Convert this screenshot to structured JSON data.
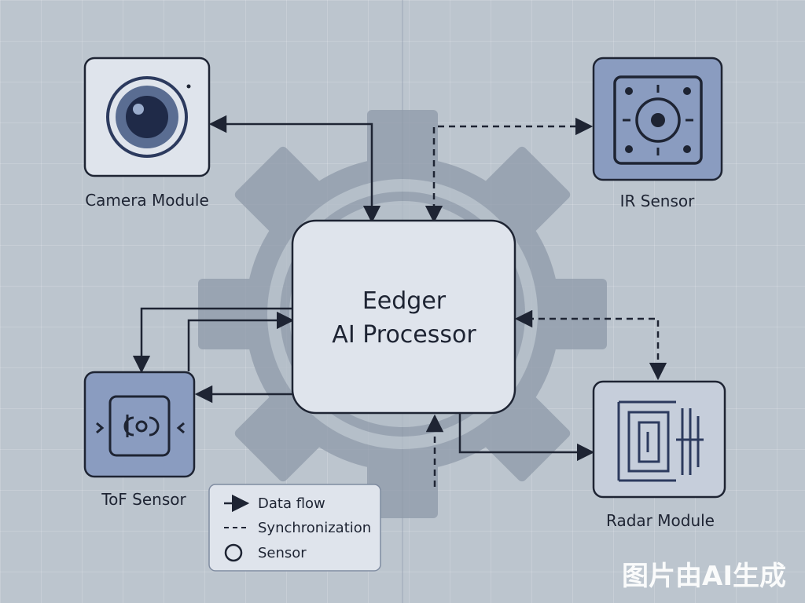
{
  "processor": {
    "line1": "Eedger",
    "line2": "AI Processor"
  },
  "nodes": {
    "camera": {
      "label": "Camera Module"
    },
    "ir": {
      "label": "IR Sensor"
    },
    "tof": {
      "label": "ToF Sensor"
    },
    "radar": {
      "label": "Radar Module"
    }
  },
  "legend": {
    "data_flow": "Data flow",
    "sync": "Synchronization",
    "sensor": "Sensor"
  },
  "watermark": "图片由AI生成",
  "colors": {
    "navy": "#1e2433",
    "panel_light": "#dfe4ec",
    "panel_blue": "#8a9cc0",
    "gear": "#8e99a8"
  }
}
